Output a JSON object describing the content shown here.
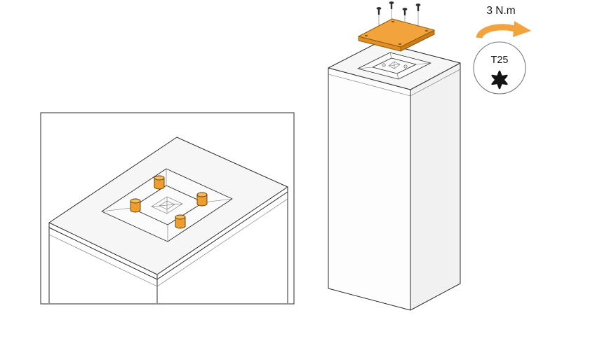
{
  "annotations": {
    "torque_label": "3 N.m",
    "torx_label": "T25"
  },
  "icons": {
    "torque_arrow": "clockwise-torque-arrow",
    "torx_star": "torx-6-lobe-star",
    "screw": "machine-screw",
    "standoff_pin": "orange-standoff-pin"
  },
  "colors": {
    "accent_orange": "#F2A33C",
    "accent_orange_dark": "#E08F27",
    "accent_orange_deep": "#CE7C18",
    "pin_body": "#EE9D2F",
    "pin_top": "#F7BA5E",
    "edge_line": "#2B2B2B",
    "thin_line": "#6E6E6E",
    "screw_color": "#2E2E2E",
    "badge_ring": "#7A7A7A",
    "text_color": "#1A1A1A"
  }
}
